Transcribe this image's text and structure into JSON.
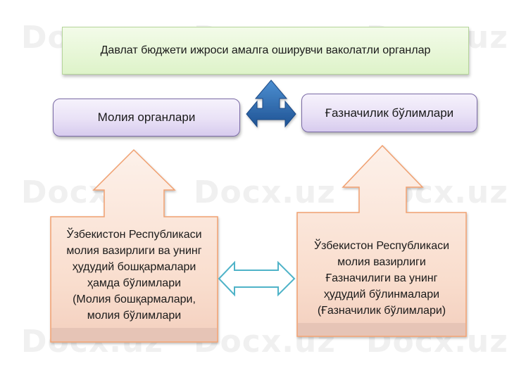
{
  "watermark": "Docx.uz",
  "top_box": {
    "label": "Давлат бюджети ижроси амалга оширувчи ваколатли органлар"
  },
  "left_pill": {
    "label": "Молия органлари"
  },
  "right_pill": {
    "label": "Ғазначилик бўлимлари"
  },
  "left_callout": {
    "lines": [
      "Ўзбекистон Республикаси",
      "молия вазирлиги ва унинг",
      "ҳудудий бошқармалари",
      "ҳамда бўлимлари",
      "(Молия бошқармалари,",
      "молия бўлимлари"
    ]
  },
  "right_callout": {
    "lines": [
      "Ўзбекистон Республикаси",
      "молия вазирлиги",
      "Ғазначилиги  ва  унинг",
      "ҳудудий бўлинмалари",
      "(Ғазначилик бўлимлари)"
    ]
  },
  "colors": {
    "top_box_fill": "#def3c9",
    "pill_fill": "#e9e1f6",
    "pill_border": "#7a6aa6",
    "callout_fill": "#fbe5d9",
    "callout_border": "#f0a070",
    "tri_arrow_fill": "#2f6fb3",
    "double_arrow_border": "#4fb3c8"
  }
}
